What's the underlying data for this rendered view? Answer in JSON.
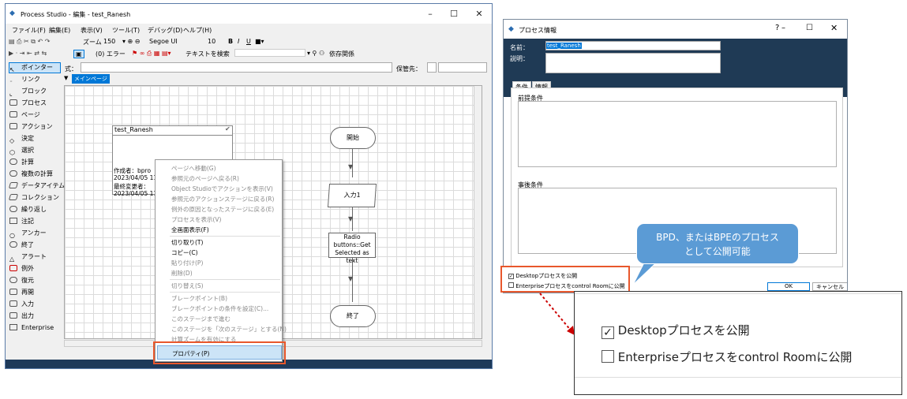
{
  "main_window": {
    "title": "Process Studio  - 編集 - test_Ranesh",
    "menu": [
      "ファイル(F)",
      "編集(E)",
      "表示(V)",
      "ツール(T)",
      "デバッグ(D)",
      "ヘルプ(H)"
    ],
    "toolbar1": {
      "zoom_label": "ズーム",
      "zoom_value": "150",
      "font": "Segoe UI",
      "font_size": "10",
      "bold": "B",
      "italic": "I",
      "underline": "U"
    },
    "toolbar2": {
      "errors": "(0) エラー",
      "search": "テキストを検索",
      "dependencies": "依存関係"
    },
    "formula_label": "式：",
    "storage_label": "保管先：",
    "tab": "メインページ",
    "tools": [
      "ポインター",
      "リンク",
      "ブロック",
      "プロセス",
      "ページ",
      "アクション",
      "決定",
      "選択",
      "計算",
      "複数の計算",
      "データアイテム",
      "コレクション",
      "繰り返し",
      "注記",
      "アンカー",
      "終了",
      "アラート",
      "例外",
      "復元",
      "再開",
      "入力",
      "出力",
      "Enterprise"
    ],
    "info_box": {
      "title": "test_Ranesh",
      "lines": [
        "作成者：bpro",
        "2023/04/05 11:",
        "最終変更者：",
        "2023/04/05 11:"
      ]
    },
    "flow": {
      "start": "開始",
      "input": "入力1",
      "action": [
        "Radio",
        "buttons::Get",
        "Selected as text"
      ],
      "end": "終了"
    }
  },
  "context_menu": {
    "items": [
      "ページへ移動(G)",
      "参照元のページへ戻る(R)",
      "Object Studioでアクションを表示(V)",
      "参照元のアクションステージに戻る(R)",
      "例外の原因となったステージに戻る(E)",
      "プロセスを表示(V)",
      "全画面表示(F)",
      "切り取り(T)",
      "コピー(C)",
      "貼り付け(P)",
      "削除(D)",
      "切り替え(S)",
      "ブレークポイント(B)",
      "ブレークポイントの条件を設定(C)...",
      "このステージまで進む",
      "このステージを「次のステージ」とする(N)",
      "計算ズームを有効にする"
    ],
    "highlighted": "プロパティ(P)"
  },
  "dialog": {
    "title": "プロセス情報",
    "help": "?",
    "name_label": "名前：",
    "name_value": "test_Ranesh",
    "desc_label": "説明：",
    "tabs": [
      "条件",
      "情報"
    ],
    "pre_label": "前提条件",
    "post_label": "事後条件",
    "chk_desktop": "Desktopプロセスを公開",
    "chk_enterprise": "Enterpriseプロセスをcontrol Roomに公開",
    "ok": "OK",
    "cancel": "キャンセル"
  },
  "callout": {
    "line1": "BPD、またはBPEのプロセス",
    "line2": "として公開可能"
  },
  "zoom": {
    "desktop": "Desktopプロセスを公開",
    "enterprise": "Enterpriseプロセスをcontrol Roomに公開"
  },
  "colors": {
    "accent": "#0078d7",
    "highlight_border": "#e8572c",
    "callout": "#5b9bd5",
    "dialog_header": "#1f3a55"
  }
}
